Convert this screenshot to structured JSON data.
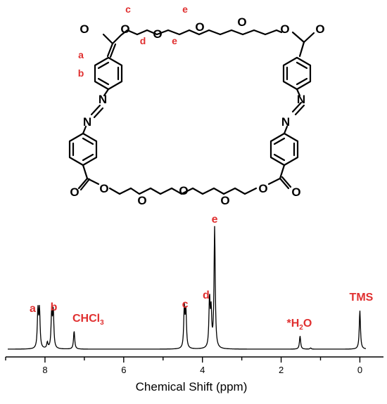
{
  "molecule": {
    "atoms": {
      "O": "O",
      "N": "N"
    },
    "proton_labels": {
      "a": "a",
      "b": "b",
      "c": "c",
      "d": "d",
      "e": "e"
    }
  },
  "chart_data": {
    "type": "line",
    "title": "",
    "xlabel": "Chemical Shift (ppm)",
    "ylabel": "",
    "xlim": [
      9.0,
      -0.6
    ],
    "x_reversed": true,
    "xticks": [
      8,
      6,
      4,
      2,
      0
    ],
    "grid": false,
    "series": [
      {
        "peaks": [
          {
            "ppm": 8.18,
            "height": 0.31
          },
          {
            "ppm": 8.14,
            "height": 0.31
          },
          {
            "ppm": 7.94,
            "height": 0.05
          },
          {
            "ppm": 7.83,
            "height": 0.3
          },
          {
            "ppm": 7.79,
            "height": 0.3
          },
          {
            "ppm": 7.26,
            "height": 0.15
          },
          {
            "ppm": 4.46,
            "height": 0.33
          },
          {
            "ppm": 4.42,
            "height": 0.3
          },
          {
            "ppm": 3.82,
            "height": 0.4
          },
          {
            "ppm": 3.78,
            "height": 0.29
          },
          {
            "ppm": 3.69,
            "height": 1.0
          },
          {
            "ppm": 1.52,
            "height": 0.11
          },
          {
            "ppm": 1.25,
            "height": 0.01
          },
          {
            "ppm": 0.0,
            "height": 0.32
          }
        ]
      }
    ],
    "annotations": [
      {
        "text": "a",
        "ppm": 8.17
      },
      {
        "text": "b",
        "ppm": 7.81
      },
      {
        "text": "CHCl3",
        "base": "CHCl",
        "sub": "3",
        "ppm": 7.26
      },
      {
        "text": "c",
        "ppm": 4.44
      },
      {
        "text": "d",
        "ppm": 3.8
      },
      {
        "text": "e",
        "ppm": 3.69
      },
      {
        "text": "*H2O",
        "base": "*H",
        "sub": "2",
        "tail": "O",
        "ppm": 1.52
      },
      {
        "text": "TMS",
        "ppm": 0.0
      }
    ]
  }
}
